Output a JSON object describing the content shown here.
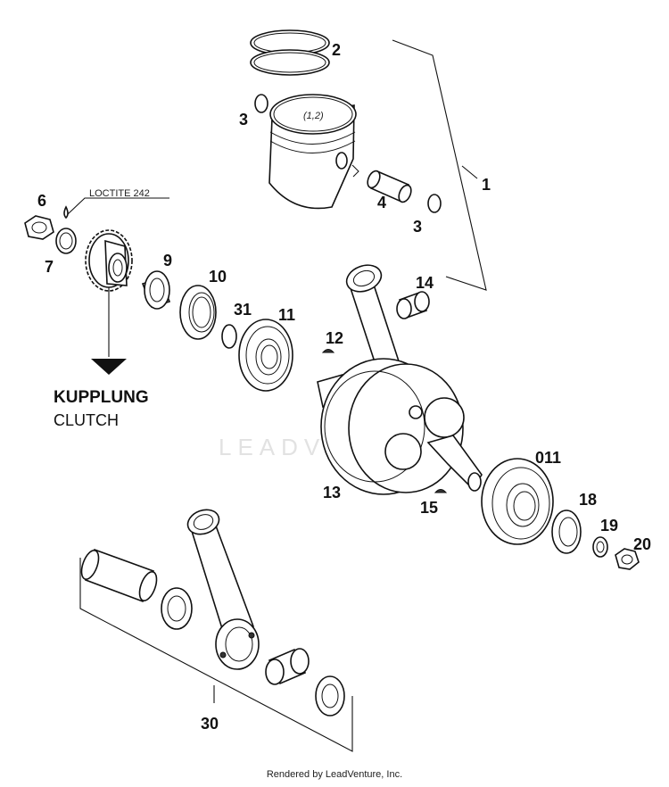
{
  "callouts": {
    "p1": "1",
    "p2": "2",
    "p3a": "3",
    "p3b": "3",
    "p4": "4",
    "p6": "6",
    "p7": "7",
    "p9": "9",
    "p10": "10",
    "p11": "11",
    "p12": "12",
    "p13": "13",
    "p14": "14",
    "p15": "15",
    "p011": "011",
    "p18": "18",
    "p19": "19",
    "p20": "20",
    "p30": "30",
    "p31": "31"
  },
  "notes": {
    "loctite": "LOCTITE 242",
    "kupplung": "KUPPLUNG",
    "clutch": "CLUTCH",
    "piston_mark": "(1,2)"
  },
  "watermark": "LEADVENTURE",
  "footer": "Rendered by LeadVenture, Inc."
}
